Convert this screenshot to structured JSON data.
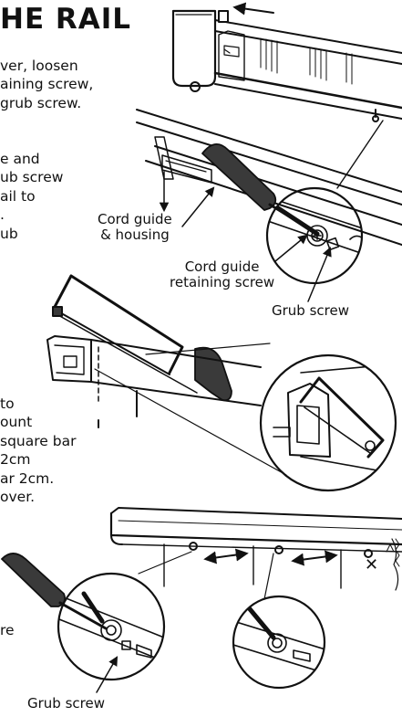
{
  "title": "HE RAIL",
  "step_text": {
    "block1": [
      "ver, loosen",
      "aining screw,",
      "grub screw."
    ],
    "block2": [
      "e and",
      "ub screw",
      "ail to",
      ".",
      "ub"
    ],
    "block3": [
      "to",
      "ount",
      "square bar",
      "2cm",
      "ar 2cm.",
      "over."
    ],
    "block4": [
      "re"
    ]
  },
  "labels": {
    "cord_guide_housing": [
      "Cord guide",
      "& housing"
    ],
    "cord_guide_retaining_screw": [
      "Cord guide",
      "retaining screw"
    ],
    "grub_screw_1": "Grub screw",
    "grub_screw_2": "Grub screw"
  },
  "marks": {
    "remove_mark": "✕"
  },
  "colors": {
    "ink": "#111111",
    "paper": "#ffffff",
    "handle": "#3a3a3a",
    "shade": "#d9d9d9"
  }
}
